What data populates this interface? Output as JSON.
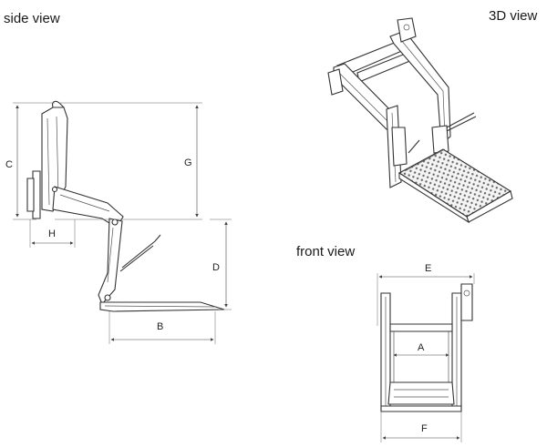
{
  "views": {
    "side_label": "side view",
    "threed_label": "3D view",
    "front_label": "front view"
  },
  "dimensions": {
    "A": "A",
    "B": "B",
    "C": "C",
    "D": "D",
    "E": "E",
    "F": "F",
    "G": "G",
    "H": "H"
  },
  "colors": {
    "line": "#333333",
    "background": "#ffffff"
  }
}
